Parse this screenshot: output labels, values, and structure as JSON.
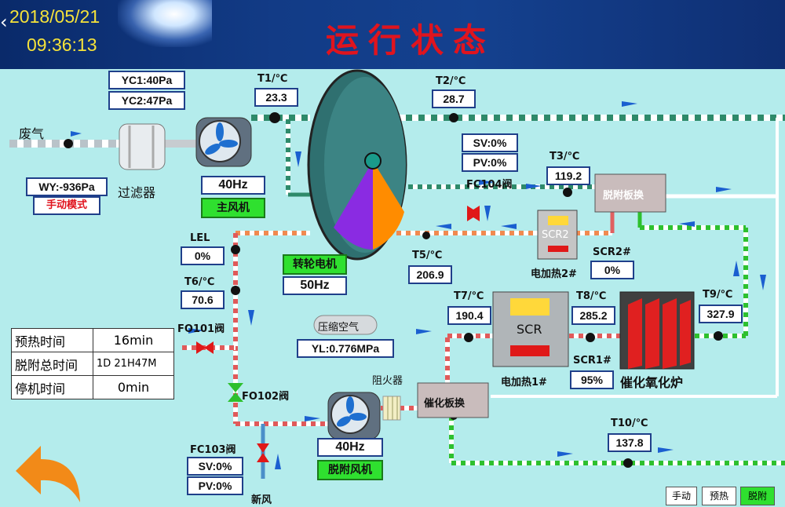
{
  "header": {
    "date": "2018/05/21",
    "time": "09:36:13",
    "title": "运行状态"
  },
  "inlet": {
    "label": "废气",
    "wy": "WY:-936Pa",
    "mode": "手动模式"
  },
  "filter": {
    "yc1": "YC1:40Pa",
    "yc2": "YC2:47Pa",
    "label": "过滤器"
  },
  "main_fan": {
    "freq": "40Hz",
    "label": "主风机"
  },
  "sensors": {
    "t1": {
      "label": "T1/℃",
      "value": "23.3"
    },
    "t2": {
      "label": "T2/℃",
      "value": "28.7"
    },
    "t3": {
      "label": "T3/℃",
      "value": "119.2"
    },
    "t5": {
      "label": "T5/℃",
      "value": "206.9"
    },
    "t6": {
      "label": "T6/℃",
      "value": "70.6"
    },
    "t7": {
      "label": "T7/℃",
      "value": "190.4"
    },
    "t8": {
      "label": "T8/℃",
      "value": "285.2"
    },
    "t9": {
      "label": "T9/℃",
      "value": "327.9"
    },
    "t10": {
      "label": "T10/℃",
      "value": "137.8"
    },
    "lel": {
      "label": "LEL",
      "value": "0%"
    }
  },
  "fc104": {
    "sv": "SV:0%",
    "pv": "PV:0%",
    "label": "FC104阀"
  },
  "rotor": {
    "label": "转轮电机",
    "freq": "50Hz"
  },
  "scr2": {
    "label": "SCR2",
    "pct_label": "SCR2#",
    "pct": "0%",
    "heater": "电加热2#"
  },
  "scr1": {
    "label": "SCR",
    "pct_label": "SCR1#",
    "pct": "95%",
    "heater": "电加热1#"
  },
  "exchanger1": "脱附板换",
  "exchanger2": "催化板换",
  "oxidizer": "催化氧化炉",
  "compressed_air": {
    "label": "压缩空气",
    "yl": "YL:0.776MPa"
  },
  "valves": {
    "fo101": "FO101阀",
    "fo102": "FO102阀",
    "fc103": "FC103阀",
    "fc103_sv": "SV:0%",
    "fc103_pv": "PV:0%"
  },
  "flame_arrester": "阻火器",
  "desorb_fan": {
    "freq": "40Hz",
    "label": "脱附风机"
  },
  "fresh_air": "新风",
  "times": [
    {
      "label": "预热时间",
      "value": "16min"
    },
    {
      "label": "脱附总时间",
      "value": "1D  21H47M"
    },
    {
      "label": "停机时间",
      "value": "0min"
    }
  ],
  "mode_buttons": [
    "手动",
    "预热",
    "脱附"
  ],
  "colors": {
    "title": "#e0141e",
    "datetime": "#f5e23a",
    "active": "#2fe02f"
  },
  "icons": [
    "back-arrow-icon",
    "fan-icon",
    "valve-icon",
    "flow-arrow-icon"
  ]
}
